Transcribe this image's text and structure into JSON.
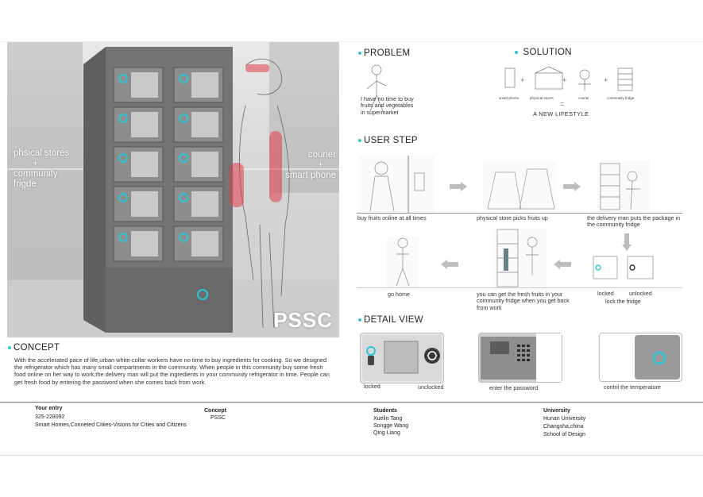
{
  "hero": {
    "left_label": [
      "phsical stores",
      "+",
      "community",
      "frigde"
    ],
    "right_label": [
      "courier",
      "+",
      "smart phone"
    ],
    "brand": "PSSC"
  },
  "problem": {
    "title": "PROBLEM",
    "text": [
      "I have no time to buy",
      "fruits and vegetables",
      "in supermarket"
    ]
  },
  "solution": {
    "title": "SOLUTION",
    "items": [
      "smart phone",
      "physical stores",
      "courier",
      "community fridge"
    ],
    "operators": [
      "+",
      "+",
      "+"
    ],
    "equals": "=",
    "result": "A NEW LIFESTYLE"
  },
  "user_step": {
    "title": "USER STEP",
    "row1": [
      "buy fruits online at all times",
      "physical store picks fruits up",
      "the delivery man puts the package in the community fridge"
    ],
    "row2_left": "go home",
    "row2_mid": "you can get the fresh fruits in your community fridge when you get back from work",
    "locked": "locked",
    "unlocked": "unlocked",
    "lock_caption": "lock the fridge"
  },
  "detail_view": {
    "title": "DETAIL VIEW",
    "locked": "locked",
    "unlocked": "unclocked",
    "password": "enter the password",
    "temperature": "contril the temperature"
  },
  "concept": {
    "title": "CONCEPT",
    "body": "With the accelerated pace of life,urban white-collar workers have no time to buy ingredients for cooking. So we designed the refrigerator which has many small compartments in the community. When people in this community buy some fresh food online on her way to work,the delivery man will put the ingredients in your community refrigerator in time. People can get fresh food by entering the password when she comes back from work."
  },
  "footer": {
    "entry_label": "Your entry",
    "entry_lines": [
      "325-228092",
      "Smart Homes,Conneted Citiies-Visions for Cities and Citizens"
    ],
    "concept_label": "Concept",
    "concept_value": "PSSC",
    "students_label": "Students",
    "students": [
      "Xuelin Tang",
      "Songge  Wang",
      "Qing  Liang"
    ],
    "university_label": "University",
    "university": [
      "Hunan University",
      "Changsha,china",
      "School of Design"
    ]
  },
  "colors": {
    "accent": "#2cc7d6",
    "highlight": "#e23c4a",
    "cabinet": "#6b6b6b"
  }
}
